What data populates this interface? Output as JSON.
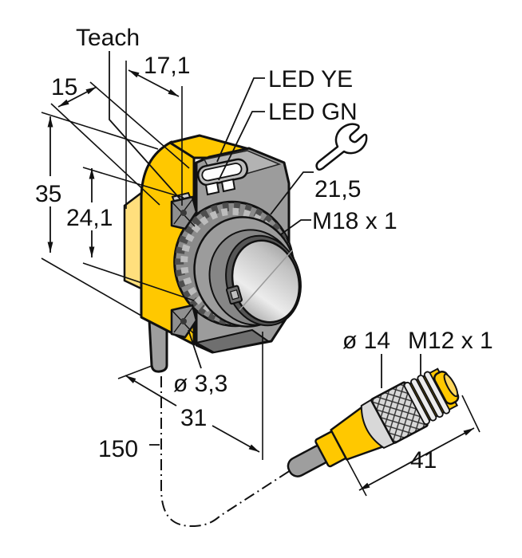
{
  "diagram": {
    "kind": "technical-dimension-drawing",
    "subject": "photoelectric sensor with M18 lens and M12 pigtail connector",
    "labels": {
      "teach": "Teach",
      "dim_top_width": "17,1",
      "dim_top_depth": "15",
      "led_yellow": "LED YE",
      "led_green": "LED GN",
      "wrench_size": "21,5",
      "lens_thread": "M18 x 1",
      "dim_height": "35",
      "dim_front_height": "24,1",
      "mount_hole_dia": "ø 3,3",
      "dim_depth_total": "31",
      "cable_length": "150",
      "connector_dia": "ø 14",
      "connector_thread": "M12 x 1",
      "dim_connector_length": "41"
    },
    "icons": {
      "wrench": "wrench-icon"
    },
    "colors": {
      "body_yellow": "#FFC800",
      "body_yellow_light": "#FFDF7D",
      "housing_gray": "#9C9C9C",
      "housing_gray_light": "#B3B3B3",
      "nut_gray": "#8A8A8A",
      "knurl_gray": "#D8D8D8",
      "cable_gray": "#9E9E9E",
      "lens_light": "#ECECEC",
      "lens_dark": "#6F6F6F",
      "line_black": "#111111"
    }
  }
}
